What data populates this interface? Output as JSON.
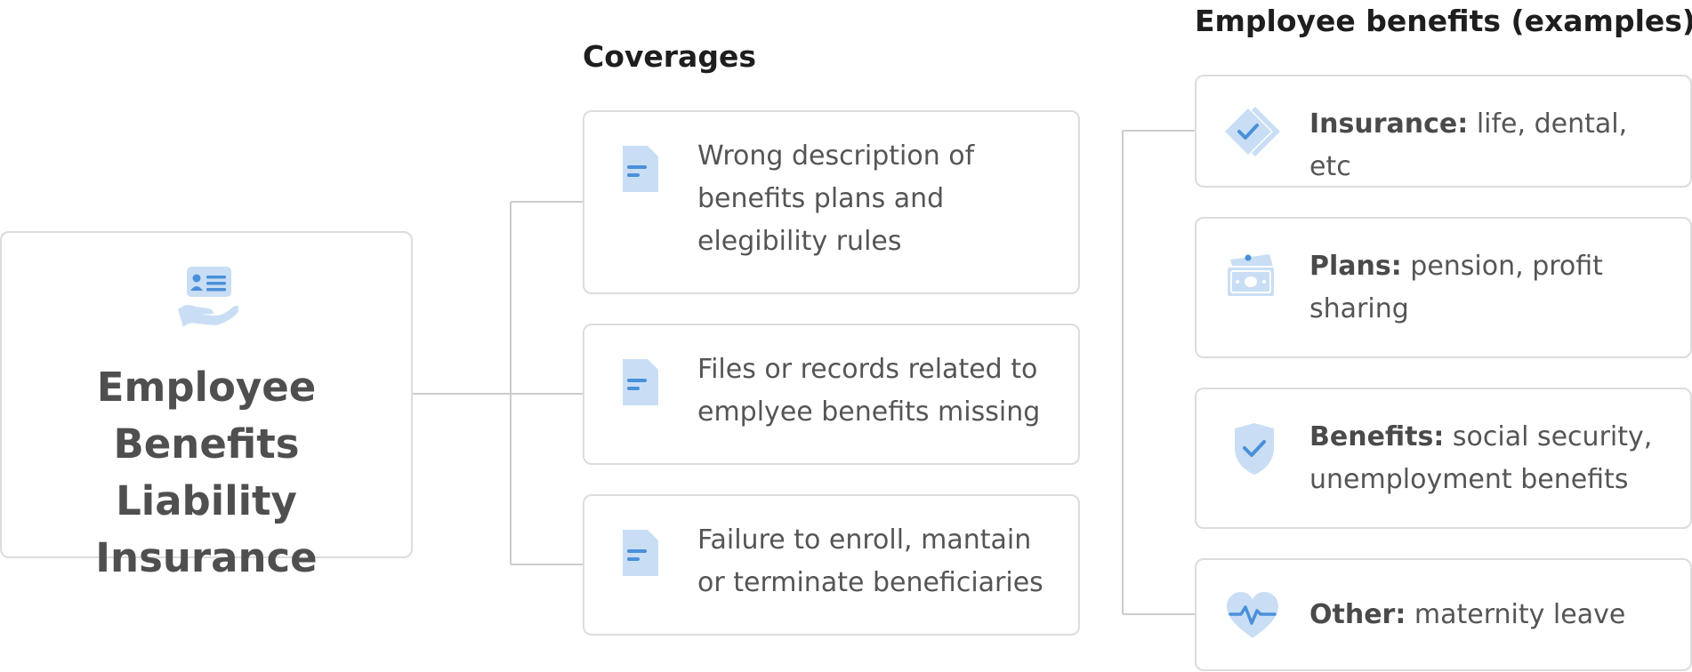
{
  "main": {
    "title": "Employee Benefits Liability Insurance",
    "icon": "hand-holding-id-card-icon"
  },
  "coverages": {
    "heading": "Coverages",
    "items": [
      {
        "text": "Wrong description of benefits plans and elegibility rules",
        "icon": "document-icon"
      },
      {
        "text": "Files or records related to emplyee benefits missing",
        "icon": "document-icon"
      },
      {
        "text": "Failure to enroll, mantain or terminate beneficiaries",
        "icon": "document-icon"
      }
    ]
  },
  "benefits": {
    "heading": "Employee benefits (examples)",
    "items": [
      {
        "label": "Insurance:",
        "text": "life, dental, etc",
        "icon": "diamond-check-icon"
      },
      {
        "label": "Plans:",
        "text": "pension, profit sharing",
        "icon": "money-bills-icon"
      },
      {
        "label": "Benefits:",
        "text": "social security, unemployment benefits",
        "icon": "shield-check-icon"
      },
      {
        "label": "Other:",
        "text": "maternity leave",
        "icon": "heart-pulse-icon"
      }
    ]
  },
  "colors": {
    "icon_light": "#c9def5",
    "icon_dark": "#4a90d9",
    "border": "#dcdcdc",
    "connector": "#cccccc",
    "text": "#555555",
    "heading": "#1e1e1e"
  }
}
